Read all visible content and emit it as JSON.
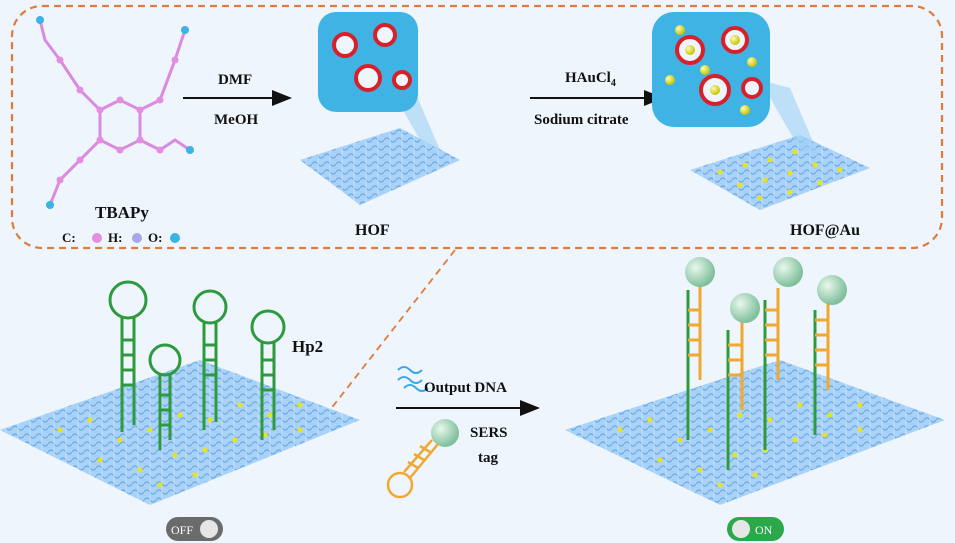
{
  "top_panel": {
    "molecule_label": "TBAPy",
    "legend": [
      {
        "symbol": "C:",
        "color": "#e58de0"
      },
      {
        "symbol": "H:",
        "color": "#a8a6e6"
      },
      {
        "symbol": "O:",
        "color": "#3bb3e6"
      }
    ],
    "step1": {
      "reagent_top": "DMF",
      "reagent_bottom": "MeOH"
    },
    "hof_label": "HOF",
    "step2": {
      "reagent_top": "HAuCl",
      "reagent_top_subscript": "4",
      "reagent_bottom": "Sodium citrate"
    },
    "hof_au_label": "HOF@Au"
  },
  "bottom_panel": {
    "hairpin_label": "Hp2",
    "output_label": "Output DNA",
    "tag_label_line1": "SERS",
    "tag_label_line2": "tag",
    "toggle_off_label": "OFF",
    "toggle_on_label": "ON"
  },
  "colors": {
    "dashed_border": "#e07b39",
    "dna_green": "#2e9a3e",
    "dna_orange": "#f0a830",
    "sheet_blue": "#8ec3f2",
    "gold_np": "#e9e31c",
    "sphere": "#9fd2b3",
    "toggle_off": "#6b6b6b",
    "toggle_on": "#2aa84a"
  }
}
